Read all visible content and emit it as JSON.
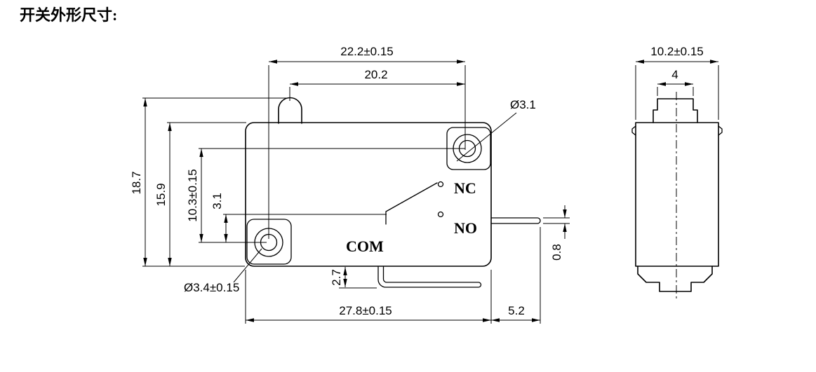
{
  "title": "开关外形尺寸:",
  "front_view": {
    "dimensions": {
      "hole_center_span_h": "22.2±0.15",
      "plunger_to_hole": "20.2",
      "overall_height": "18.7",
      "body_height": "15.9",
      "hole_center_span_v": "10.3±0.15",
      "terminal_offset": "3.1",
      "top_hole_diameter": "Ø3.1",
      "bottom_hole_diameter": "Ø3.4±0.15",
      "com_terminal_drop": "2.7",
      "body_width": "27.8±0.15",
      "terminal_extension": "5.2",
      "terminal_thickness": "0.8"
    },
    "labels": {
      "nc": "NC",
      "no": "NO",
      "com": "COM"
    }
  },
  "side_view": {
    "dimensions": {
      "body_depth": "10.2±0.15",
      "plunger_width": "4"
    }
  }
}
